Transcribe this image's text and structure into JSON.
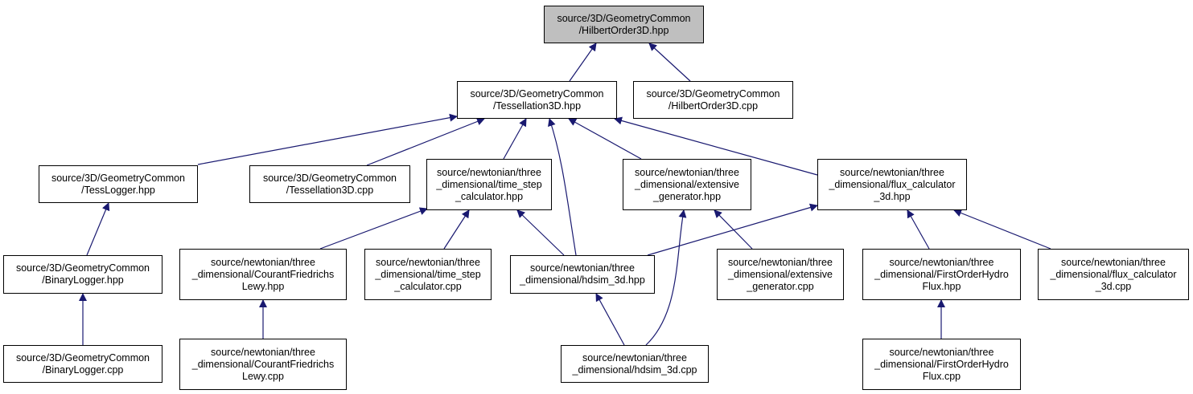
{
  "colors": {
    "edge": "#191970",
    "root_fill": "#bfbfbf",
    "node_fill": "#ffffff",
    "border": "#000000"
  },
  "nodes": {
    "hilbert_hpp": {
      "lines": [
        "source/3D/GeometryCommon",
        "/HilbertOrder3D.hpp"
      ]
    },
    "tess_hpp": {
      "lines": [
        "source/3D/GeometryCommon",
        "/Tessellation3D.hpp"
      ]
    },
    "hilbert_cpp": {
      "lines": [
        "source/3D/GeometryCommon",
        "/HilbertOrder3D.cpp"
      ]
    },
    "tesslog_hpp": {
      "lines": [
        "source/3D/GeometryCommon",
        "/TessLogger.hpp"
      ]
    },
    "tess_cpp": {
      "lines": [
        "source/3D/GeometryCommon",
        "/Tessellation3D.cpp"
      ]
    },
    "tstep_hpp": {
      "lines": [
        "source/newtonian/three",
        "_dimensional/time_step",
        "_calculator.hpp"
      ]
    },
    "extgen_hpp": {
      "lines": [
        "source/newtonian/three",
        "_dimensional/extensive",
        "_generator.hpp"
      ]
    },
    "flux_hpp": {
      "lines": [
        "source/newtonian/three",
        "_dimensional/flux_calculator",
        "_3d.hpp"
      ]
    },
    "binlog_hpp": {
      "lines": [
        "source/3D/GeometryCommon",
        "/BinaryLogger.hpp"
      ]
    },
    "cfl_hpp": {
      "lines": [
        "source/newtonian/three",
        "_dimensional/CourantFriedrichs",
        "Lewy.hpp"
      ]
    },
    "tstep_cpp": {
      "lines": [
        "source/newtonian/three",
        "_dimensional/time_step",
        "_calculator.cpp"
      ]
    },
    "hdsim_hpp": {
      "lines": [
        "source/newtonian/three",
        "_dimensional/hdsim_3d.hpp"
      ]
    },
    "extgen_cpp": {
      "lines": [
        "source/newtonian/three",
        "_dimensional/extensive",
        "_generator.cpp"
      ]
    },
    "fohf_hpp": {
      "lines": [
        "source/newtonian/three",
        "_dimensional/FirstOrderHydro",
        "Flux.hpp"
      ]
    },
    "flux_cpp": {
      "lines": [
        "source/newtonian/three",
        "_dimensional/flux_calculator",
        "_3d.cpp"
      ]
    },
    "binlog_cpp": {
      "lines": [
        "source/3D/GeometryCommon",
        "/BinaryLogger.cpp"
      ]
    },
    "cfl_cpp": {
      "lines": [
        "source/newtonian/three",
        "_dimensional/CourantFriedrichs",
        "Lewy.cpp"
      ]
    },
    "hdsim_cpp": {
      "lines": [
        "source/newtonian/three",
        "_dimensional/hdsim_3d.cpp"
      ]
    },
    "fohf_cpp": {
      "lines": [
        "source/newtonian/three",
        "_dimensional/FirstOrderHydro",
        "Flux.cpp"
      ]
    }
  },
  "edges": [
    [
      "tess_hpp",
      "hilbert_hpp"
    ],
    [
      "hilbert_cpp",
      "hilbert_hpp"
    ],
    [
      "tesslog_hpp",
      "tess_hpp"
    ],
    [
      "tess_cpp",
      "tess_hpp"
    ],
    [
      "tstep_hpp",
      "tess_hpp"
    ],
    [
      "hdsim_hpp",
      "tess_hpp"
    ],
    [
      "extgen_hpp",
      "tess_hpp"
    ],
    [
      "flux_hpp",
      "tess_hpp"
    ],
    [
      "binlog_hpp",
      "tesslog_hpp"
    ],
    [
      "binlog_cpp",
      "binlog_hpp"
    ],
    [
      "cfl_hpp",
      "tstep_hpp"
    ],
    [
      "tstep_cpp",
      "tstep_hpp"
    ],
    [
      "hdsim_hpp",
      "tstep_hpp"
    ],
    [
      "cfl_cpp",
      "cfl_hpp"
    ],
    [
      "hdsim_cpp",
      "hdsim_hpp"
    ],
    [
      "hdsim_hpp",
      "flux_hpp"
    ],
    [
      "extgen_cpp",
      "extgen_hpp"
    ],
    [
      "hdsim_cpp",
      "extgen_hpp"
    ],
    [
      "fohf_hpp",
      "flux_hpp"
    ],
    [
      "flux_cpp",
      "flux_hpp"
    ],
    [
      "fohf_cpp",
      "fohf_hpp"
    ]
  ]
}
